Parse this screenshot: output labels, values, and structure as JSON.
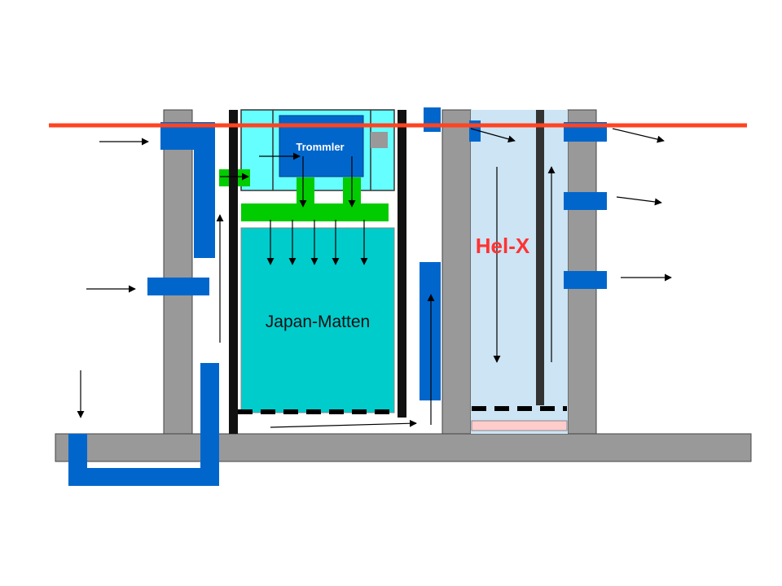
{
  "labels": {
    "trommler": "Trommler",
    "japan_matten": "Japan-Matten",
    "hel_x": "Hel-X"
  },
  "colors": {
    "wall_gray": "#999999",
    "pipe_blue": "#0066cc",
    "water_line": "#ff4422",
    "drum_housing": "#66ffff",
    "drum": "#0066cc",
    "green_distributor": "#00cc00",
    "japan_mat": "#00cccc",
    "helx_chamber": "#cce4f4",
    "bottom_strip": "#ffcccc",
    "helx_label": "#ff3333",
    "dark_divider": "#111111",
    "helx_divider": "#333333"
  },
  "icons": {
    "flow": "arrow-icon"
  }
}
